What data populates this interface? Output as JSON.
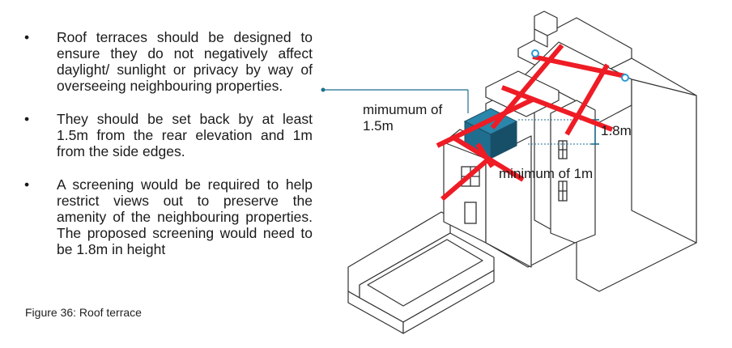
{
  "bullets": [
    "Roof terraces should be designed to ensure they do not negatively affect daylight/ sunlight or privacy by way of overseeing neighbouring properties.",
    "They should be set back by at least 1.5m from the rear elevation and 1m from the side edges.",
    "A screening would be required to help restrict views out to preserve the amenity of the neighbouring properties. The proposed screening would need to be 1.8m in height"
  ],
  "bullet_symbol": "•",
  "caption": "Figure 36: Roof terrace",
  "diagram": {
    "label_setback_rear_line1": "mimumum of",
    "label_setback_rear_line2": "1.5m",
    "label_height": "1.8m",
    "label_setback_side": "minimum of 1m",
    "colors": {
      "restriction": "#ee1c25",
      "terrace": "#1f6e8f",
      "annotation": "#1f6e8f",
      "outline": "#333333"
    }
  }
}
